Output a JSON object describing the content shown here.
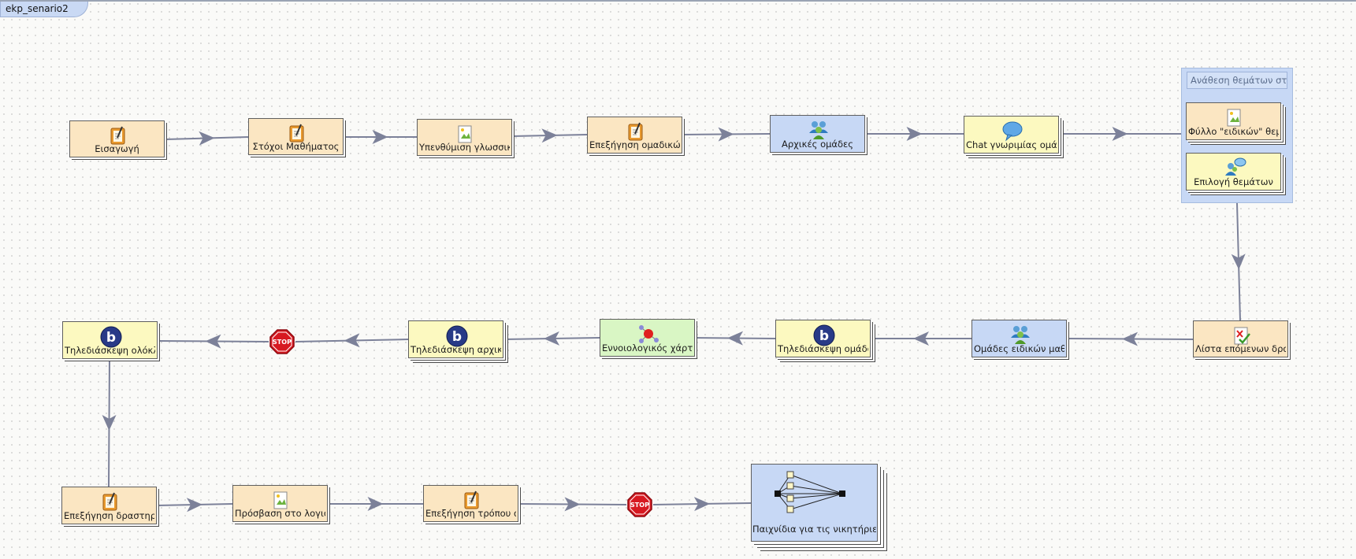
{
  "canvas_tab": {
    "title": "ekp_senario2"
  },
  "colors": {
    "tool": "#fbe6c2",
    "collab": "#fcf9c0",
    "grouping": "#c7d8f5",
    "conceptmap": "#d9f6c4",
    "arrow": "#7c8199",
    "stop": "#d71921"
  },
  "activities": [
    {
      "id": "a1",
      "label": "Εισαγωγή",
      "icon": "notebook-icon"
    },
    {
      "id": "a2",
      "label": "Στόχοι Μαθήματος",
      "icon": "notebook-icon"
    },
    {
      "id": "a3",
      "label": "Υπενθύμιση γλωσσικ",
      "icon": "resource-icon"
    },
    {
      "id": "a4",
      "label": "Επεξήγηση ομαδικών",
      "icon": "notebook-icon"
    },
    {
      "id": "a5",
      "label": "Αρχικές ομάδες",
      "icon": "grouping-icon"
    },
    {
      "id": "a6",
      "label": "Chat γνωριμίας ομάδ",
      "icon": "chat-icon"
    },
    {
      "id": "a7",
      "label": "Φύλλο \"ειδικών\" θεμά",
      "icon": "resource-icon"
    },
    {
      "id": "a8",
      "label": "Επιλογή θεμάτων",
      "icon": "group-chat-icon"
    },
    {
      "id": "a9",
      "label": "Λίστα επόμενων δρα",
      "icon": "checklist-icon"
    },
    {
      "id": "a10",
      "label": "Ομάδες ειδικών μαθη",
      "icon": "grouping-icon"
    },
    {
      "id": "a11",
      "label": "Τηλεδιάσκεψη ομάδο",
      "icon": "bigbluebutton-icon"
    },
    {
      "id": "a12",
      "label": "Εννοιολογικός χάρτη",
      "icon": "concept-map-icon"
    },
    {
      "id": "a13",
      "label": "Τηλεδιάσκεψη αρχικ",
      "icon": "bigbluebutton-icon"
    },
    {
      "id": "a14",
      "label": "Τηλεδιάσκεψη ολόκλ",
      "icon": "bigbluebutton-icon"
    },
    {
      "id": "a15",
      "label": "Επεξήγηση δραστηρι",
      "icon": "notebook-icon"
    },
    {
      "id": "a16",
      "label": "Πρόσβαση στο λογισ",
      "icon": "resource-icon"
    },
    {
      "id": "a17",
      "label": "Επεξήγηση τρόπου α",
      "icon": "notebook-icon"
    }
  ],
  "optional_activity": {
    "title": "Ανάθεση θεμάτων στα μέ"
  },
  "stop_gates": [
    {
      "label": "STOP"
    },
    {
      "label": "STOP"
    }
  ],
  "branching": {
    "label": "Παιχνίδια για τις νικητήριες"
  }
}
